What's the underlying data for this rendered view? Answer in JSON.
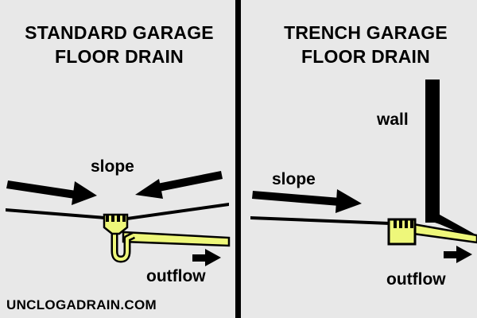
{
  "panels": {
    "left": {
      "title_line1": "STANDARD GARAGE",
      "title_line2": "FLOOR DRAIN",
      "slope_label": "slope",
      "outflow_label": "outflow"
    },
    "right": {
      "title_line1": "TRENCH GARAGE",
      "title_line2": "FLOOR DRAIN",
      "wall_label": "wall",
      "slope_label": "slope",
      "outflow_label": "outflow"
    }
  },
  "footer": {
    "credit": "UNCLOGADRAIN.COM"
  },
  "colors": {
    "background": "#e8e8e8",
    "ink": "#000000",
    "drain": "#eef77a"
  },
  "icons": [
    "slope-arrow-icon",
    "outflow-arrow-icon",
    "drain-grate-icon",
    "trap-pipe-icon"
  ]
}
